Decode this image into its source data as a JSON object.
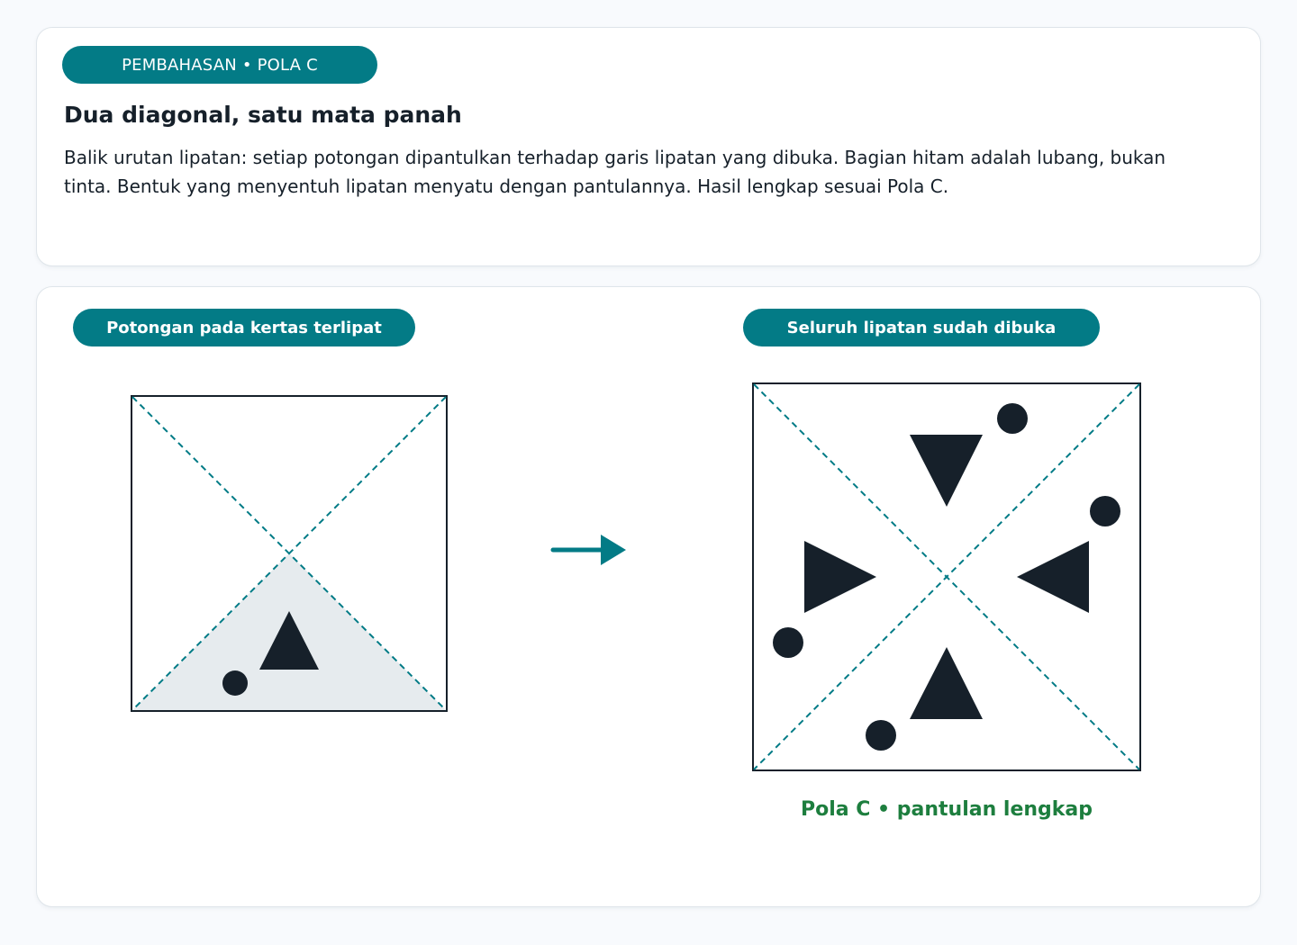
{
  "header": {
    "badge": "PEMBAHASAN • POLA C",
    "title": "Dua diagonal, satu mata panah",
    "description": "Balik urutan lipatan: setiap potongan dipantulkan terhadap garis lipatan yang dibuka. Bagian hitam adalah lubang, bukan tinta. Bentuk yang menyentuh lipatan menyatu dengan pantulannya. Hasil lengkap sesuai Pola C."
  },
  "panels": {
    "folded_label": "Potongan pada kertas terlipat",
    "unfolded_label": "Seluruh lipatan sudah dibuka",
    "caption": "Pola C • pantulan lengkap"
  },
  "icons": {
    "arrow": "arrow-right-icon"
  },
  "colors": {
    "accent": "#037b86",
    "ink": "#16202a",
    "shaded_fold": "#e6ebee",
    "caption": "#1d7e3e",
    "card_border": "#dfe5ea"
  }
}
